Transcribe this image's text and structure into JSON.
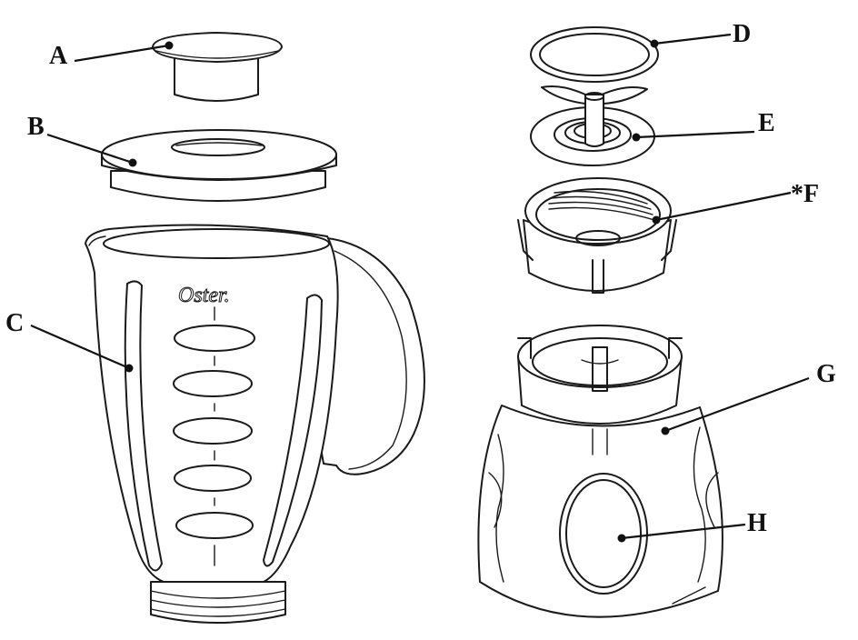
{
  "labels": {
    "A": "A",
    "B": "B",
    "C": "C",
    "D": "D",
    "E": "E",
    "F": "*F",
    "G": "G",
    "H": "H"
  },
  "brand_logo": "Oster."
}
